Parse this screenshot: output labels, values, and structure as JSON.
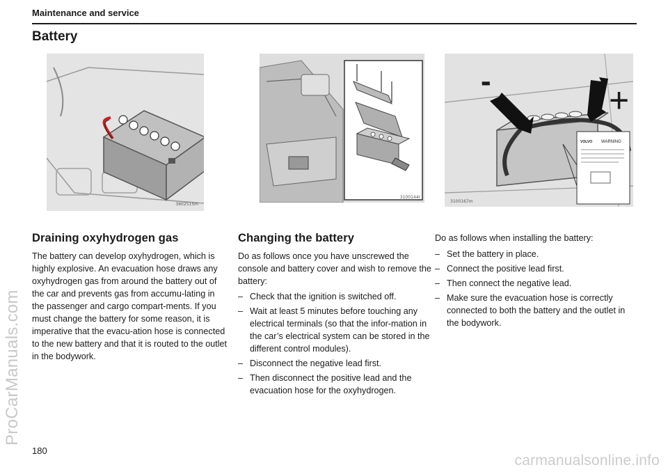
{
  "header": {
    "section": "Maintenance and service"
  },
  "title": "Battery",
  "figures": [
    {
      "code": "3602515m"
    },
    {
      "code": "3100144r"
    },
    {
      "code": "3100167m",
      "minus": "-",
      "plus": "+",
      "label_brand": "VOLVO",
      "label_warning": "WARNING"
    }
  ],
  "sections": {
    "draining": {
      "heading": "Draining oxyhydrogen gas",
      "body": "The battery can develop oxyhydrogen, which is highly explosive. An evacuation hose draws any oxyhydrogen gas from around the battery out of the car and prevents gas from accumu-lating in the passenger and cargo compart-ments. If you must change the battery for some reason, it is imperative that the evacu-ation hose is connected to the new battery and that it is routed to the outlet in the bodywork."
    },
    "changing": {
      "heading": "Changing the battery",
      "intro": "Do as follows once you have unscrewed the console and battery cover and wish to remove the battery:",
      "steps": [
        "Check that the ignition is switched off.",
        "Wait at least 5 minutes before touching any electrical terminals (so that the infor-mation in the car’s electrical system can be stored in the different control modules).",
        "Disconnect the negative lead first.",
        "Then disconnect the positive lead and the evacuation hose for the oxyhydrogen."
      ]
    },
    "installing": {
      "intro": "Do as follows when installing the battery:",
      "steps": [
        "Set the battery in place.",
        "Connect the positive lead first.",
        "Then connect the negative lead.",
        "Make sure the evacuation hose is correctly connected to both the battery and the outlet in the bodywork."
      ]
    }
  },
  "list_marker": "–",
  "page_number": "180",
  "watermarks": {
    "side": "ProCarManuals.com",
    "bottom": "carmanualsonline.info"
  }
}
